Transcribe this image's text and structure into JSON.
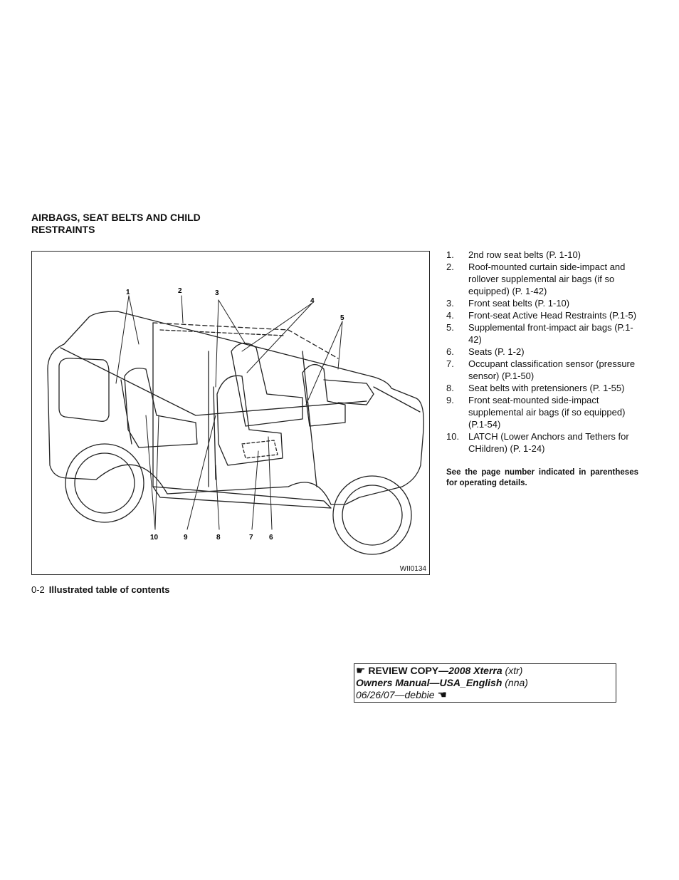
{
  "section_title": "AIRBAGS, SEAT BELTS AND CHILD RESTRAINTS",
  "figure": {
    "code": "WII0134",
    "callout_numbers_top": [
      "1",
      "2",
      "3",
      "4",
      "5"
    ],
    "callout_numbers_bottom": [
      "10",
      "9",
      "8",
      "7",
      "6"
    ]
  },
  "items": [
    {
      "num": "1.",
      "text": "2nd row seat belts (P. 1-10)"
    },
    {
      "num": "2.",
      "text": "Roof-mounted curtain side-impact and rollover supplemental air bags (if so equipped) (P. 1-42)"
    },
    {
      "num": "3.",
      "text": "Front seat belts (P. 1-10)"
    },
    {
      "num": "4.",
      "text": "Front-seat Active Head Restraints (P.1-5)"
    },
    {
      "num": "5.",
      "text": "Supplemental front-impact air bags (P.1-42)"
    },
    {
      "num": "6.",
      "text": "Seats (P. 1-2)"
    },
    {
      "num": "7.",
      "text": "Occupant classification sensor (pressure sensor) (P.1-50)"
    },
    {
      "num": "8.",
      "text": "Seat belts with pretensioners (P. 1-55)"
    },
    {
      "num": "9.",
      "text": "Front seat-mounted side-impact supplemental air bags (if so equipped) (P.1-54)"
    },
    {
      "num": "10.",
      "text": "LATCH (Lower Anchors and Tethers for CHildren) (P. 1-24)"
    }
  ],
  "note": "See the page number indicated in parentheses for operating details.",
  "footer": {
    "page_number": "0-2",
    "chapter": "Illustrated table of contents"
  },
  "review": {
    "line1_bold": "REVIEW COPY—",
    "line1_bold_italic": "2008 Xterra",
    "line1_italic": " (xtr)",
    "line2_bold_italic": "Owners Manual—USA_English",
    "line2_italic": " (nna)",
    "line3_italic": "06/26/07—debbie",
    "icon_right": "pointing-hand-right-icon",
    "icon_left": "pointing-hand-left-icon"
  }
}
